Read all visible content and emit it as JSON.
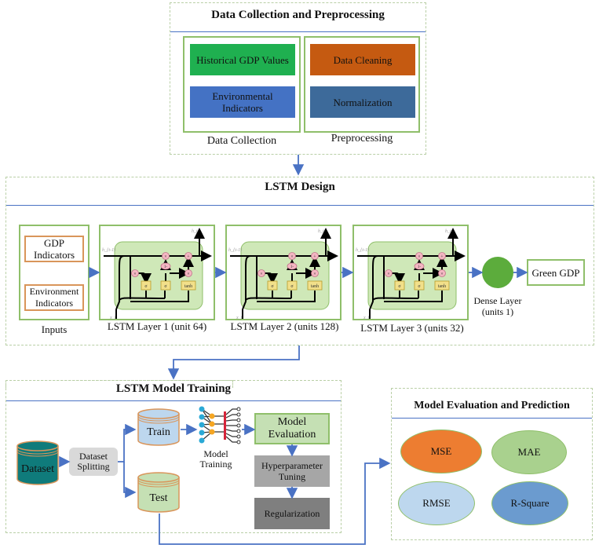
{
  "sections": {
    "data_collection": {
      "title": "Data Collection and Preprocessing",
      "collection": {
        "caption": "Data Collection",
        "items": [
          "Historical GDP Values",
          "Environmental Indicators"
        ]
      },
      "preprocessing": {
        "caption": "Preprocessing",
        "items": [
          "Data Cleaning",
          "Normalization"
        ]
      }
    },
    "lstm_design": {
      "title": "LSTM Design",
      "inputs": {
        "caption": "Inputs",
        "items": [
          "GDP Indicators",
          "Environment Indicators"
        ]
      },
      "layers": [
        {
          "caption": "LSTM Layer 1 (unit 64)"
        },
        {
          "caption": "LSTM Layer 2 (units 128)"
        },
        {
          "caption": "LSTM Layer 3 (units 32)"
        }
      ],
      "cell_labels": {
        "h_out": "h_t",
        "h_prev": "h_{t-1}",
        "x": "x_t",
        "sigma": "σ",
        "tanh": "tanh",
        "mult": "×",
        "plus": "+",
        "one_minus": "1-"
      },
      "dense": {
        "caption_line1": "Dense Layer",
        "caption_line2": "(units 1)"
      },
      "output": "Green GDP"
    },
    "training": {
      "title": "LSTM Model Training",
      "dataset": "Dataset",
      "splitting": "Dataset Splitting",
      "train": "Train",
      "test": "Test",
      "model_training": "Model Training",
      "evaluation": "Model Evaluation",
      "tuning": "Hyperparameter Tuning",
      "regularization": "Regularization"
    },
    "evaluation": {
      "title": "Model Evaluation and Prediction",
      "metrics": [
        "MSE",
        "MAE",
        "RMSE",
        "R-Square"
      ]
    }
  },
  "colors": {
    "historical_gdp": "#1fb050",
    "environmental": "#4472c4",
    "cleaning": "#c55a11",
    "normalization": "#3d6a9a",
    "arrow": "#4a72c4",
    "mse": "#ed7d31",
    "mae": "#a9d18e",
    "rmse": "#bdd7ee",
    "rsquare": "#6b9bcf",
    "dataset": "#0f7b7b",
    "train": "#bdd7ee",
    "test": "#c5e0b4",
    "dense": "#5cac3c"
  }
}
